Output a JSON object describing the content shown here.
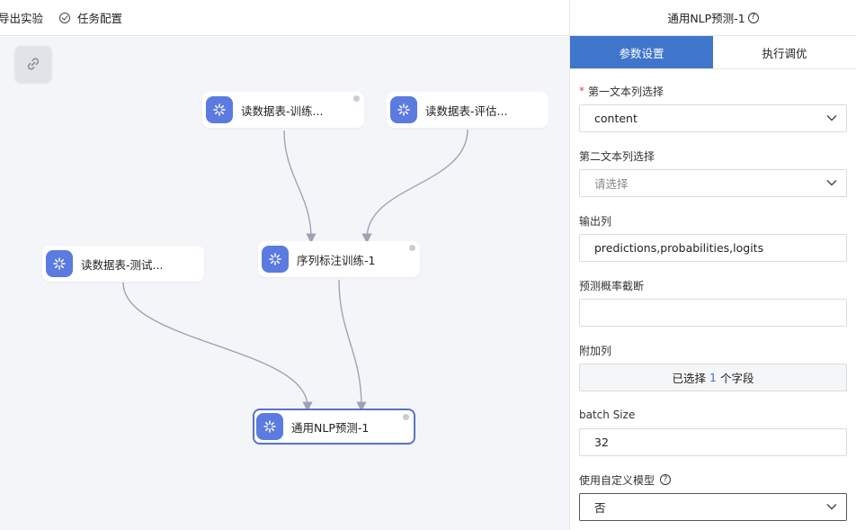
{
  "toolbar": {
    "export_label": "导出实验",
    "task_config_label": "任务配置"
  },
  "canvas": {
    "nodes": {
      "read_train": "读数据表-训练...",
      "read_eval": "读数据表-评估...",
      "read_test": "读数据表-测试...",
      "seq_label_train": "序列标注训练-1",
      "nlp_predict": "通用NLP预测-1"
    }
  },
  "panel": {
    "title": "通用NLP预测-1",
    "help_glyph": "?",
    "tabs": {
      "params": "参数设置",
      "tuning": "执行调优"
    },
    "fields": {
      "first_text_col": {
        "required_mark": "*",
        "label": "第一文本列选择",
        "value": "content"
      },
      "second_text_col": {
        "label": "第二文本列选择",
        "placeholder": "请选择"
      },
      "output_col": {
        "label": "输出列",
        "value": "predictions,probabilities,logits"
      },
      "prob_cutoff": {
        "label": "预测概率截断",
        "value": ""
      },
      "extra_col": {
        "label": "附加列",
        "prefix": "已选择",
        "count": "1",
        "suffix": "个字段"
      },
      "batch_size": {
        "label": "batch Size",
        "value": "32"
      },
      "custom_model": {
        "label": "使用自定义模型",
        "value": "否"
      }
    }
  },
  "colors": {
    "accent": "#3f76cc",
    "node_icon": "#5b7be0",
    "selected_border": "#5b73c4",
    "edge": "#9ea3b3",
    "canvas_bg": "#f4f5f9"
  }
}
